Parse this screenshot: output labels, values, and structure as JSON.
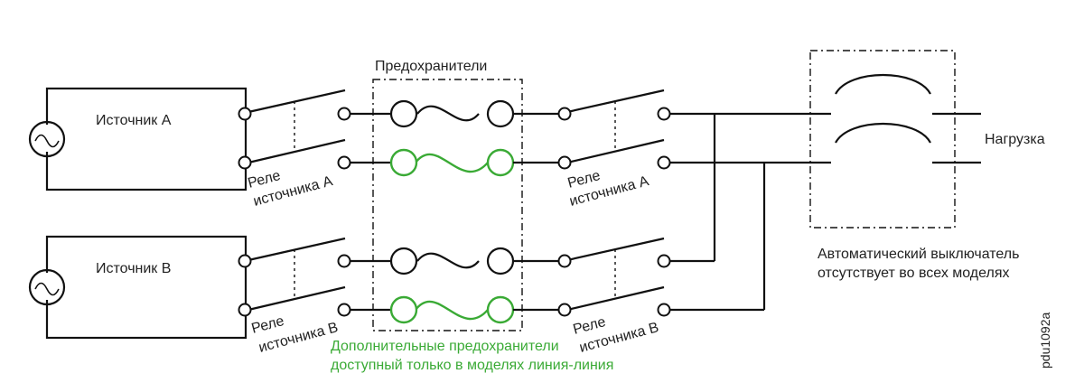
{
  "labels": {
    "source_a": "Источник A",
    "source_b": "Источник B",
    "fuses": "Предохранители",
    "relay_label_line1": "Реле",
    "relay_a_line2": "источника A",
    "relay_b_line2": "источника B",
    "load": "Нагрузка",
    "breaker_note_line1": "Автоматический выключатель",
    "breaker_note_line2": "отсутствует во всех моделях",
    "extra_fuses_line1": "Дополнительные предохранители",
    "extra_fuses_line2": "доступный только в моделях линия-линия",
    "figure_id": "pdu1092a"
  },
  "colors": {
    "line": "#111111",
    "optional": "#3aaa35"
  }
}
